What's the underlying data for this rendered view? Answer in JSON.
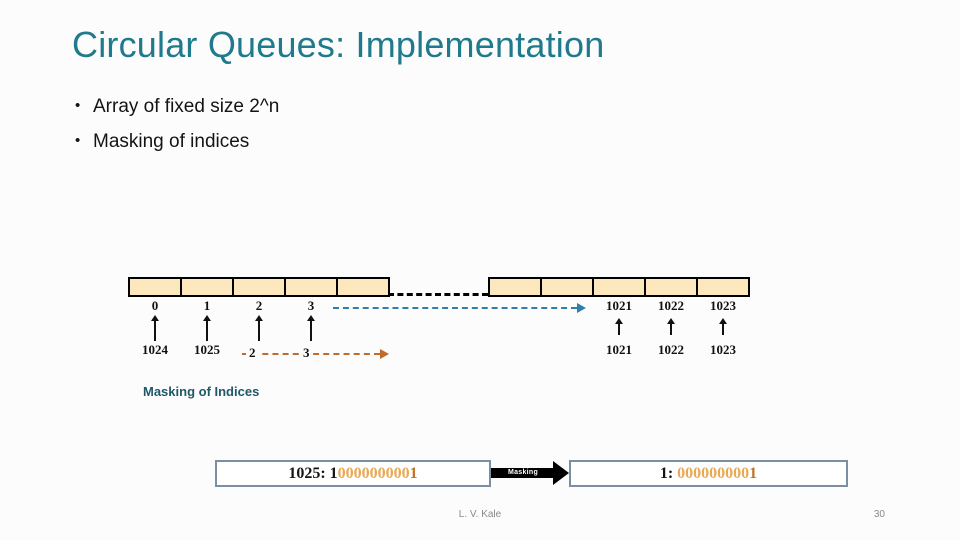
{
  "slide": {
    "title": "Circular Queues: Implementation",
    "bullet_glyph": "•",
    "bullets": [
      "Array of fixed size 2^n",
      "Masking of indices"
    ],
    "section_label": "Masking of Indices",
    "footer": {
      "author": "L. V. Kale",
      "page": "30"
    }
  },
  "diagram": {
    "top_left": [
      "0",
      "1",
      "2",
      "3"
    ],
    "top_right": [
      "1021",
      "1022",
      "1023"
    ],
    "bottom_left": [
      "1024",
      "1025"
    ],
    "bottom_mid": [
      "2",
      "3"
    ],
    "bottom_right": [
      "1021",
      "1022",
      "1023"
    ]
  },
  "masking": {
    "left_box": {
      "prefix": "1025: 1",
      "zeros": "000000000",
      "last_digit": "1"
    },
    "arrow_label": "Masking",
    "right_box": {
      "prefix": "1: ",
      "zeros": "000000000",
      "last_digit": "1"
    }
  },
  "colors": {
    "title_teal": "#1F7A8C",
    "section_label_teal": "#215868",
    "cell_fill": "#FDE7BC",
    "blue_dashed_arrow": "#2E7FAE",
    "orange_dashed_arrow": "#C06A2B",
    "binary_zeros_orange": "#E8A854",
    "binary_last_digit_orange": "#BE7427",
    "box_border": "#7A8FA3",
    "footer_gray": "#8A8A8A"
  }
}
